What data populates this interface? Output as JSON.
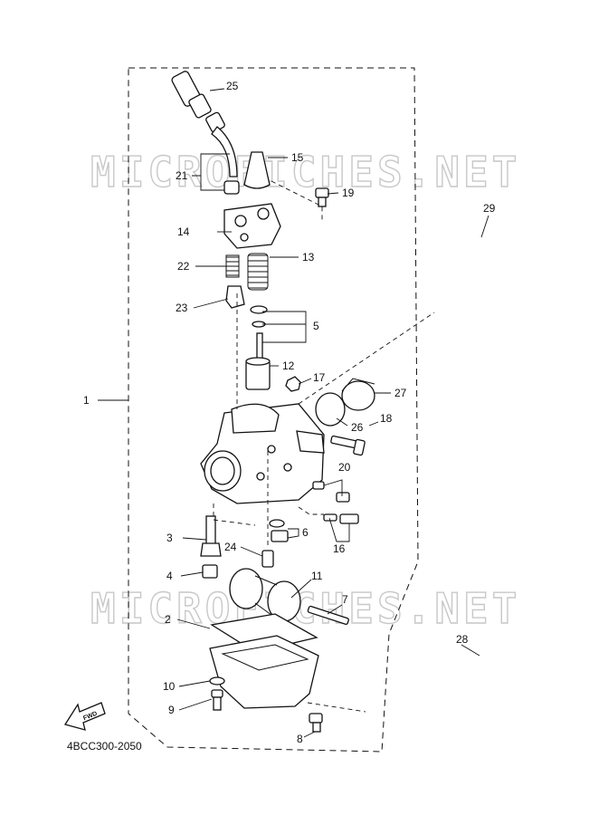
{
  "watermark": "MICROFICHES.NET",
  "diagram_code": "4BCC300-2050",
  "fwd_label": "FWD",
  "callouts": {
    "c1": "1",
    "c2": "2",
    "c3": "3",
    "c4": "4",
    "c5": "5",
    "c6": "6",
    "c7": "7",
    "c8": "8",
    "c9": "9",
    "c10": "10",
    "c11": "11",
    "c12": "12",
    "c13": "13",
    "c14": "14",
    "c15": "15",
    "c16": "16",
    "c17": "17",
    "c19": "19",
    "c20": "20",
    "c21": "21",
    "c22": "22",
    "c23": "23",
    "c24": "24",
    "c25": "25",
    "c26": "26",
    "c27": "27",
    "c28": "28",
    "c29": "29",
    "c18": "18"
  }
}
